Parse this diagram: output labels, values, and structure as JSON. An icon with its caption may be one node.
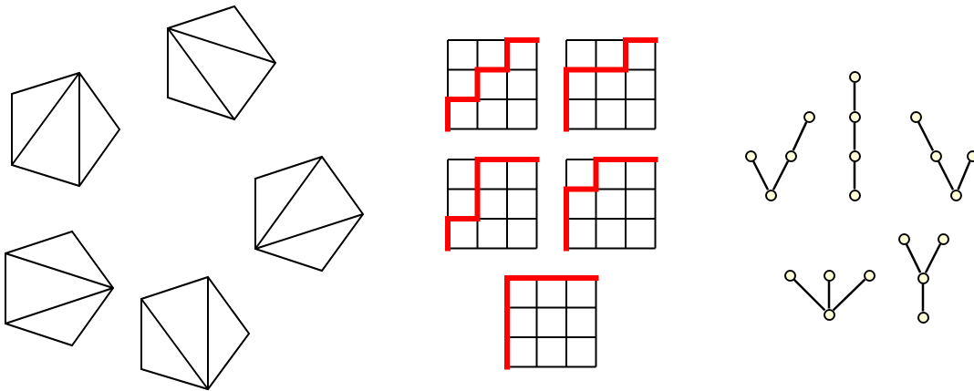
{
  "diagram": {
    "nodes": [
      {
        "text": [],
        "shape": "circle"
      },
      {
        "text": [],
        "shape": "circle"
      },
      {
        "text": [],
        "shape": "circle"
      },
      {
        "text": [],
        "shape": "circle"
      },
      {
        "text": [],
        "shape": "circle"
      },
      {
        "text": [],
        "shape": "circle"
      },
      {
        "text": [],
        "shape": "circle"
      },
      {
        "text": [],
        "shape": "circle"
      },
      {
        "text": [],
        "shape": "circle"
      },
      {
        "text": [],
        "shape": "circle"
      },
      {
        "text": [],
        "shape": "circle"
      },
      {
        "text": [],
        "shape": "circle"
      },
      {
        "text": [],
        "shape": "circle"
      },
      {
        "text": [],
        "shape": "circle"
      },
      {
        "text": [],
        "shape": "circle"
      },
      {
        "text": [],
        "shape": "circle"
      },
      {
        "text": [],
        "shape": "circle"
      },
      {
        "text": [],
        "shape": "circle"
      },
      {
        "text": [],
        "shape": "circle"
      },
      {
        "text": [],
        "shape": "circle"
      }
    ],
    "edges": [
      {
        "from": 3,
        "to": 1,
        "arrow": "none"
      },
      {
        "from": 3,
        "to": 2,
        "arrow": "none"
      },
      {
        "from": 2,
        "to": 0,
        "arrow": "none"
      },
      {
        "from": 4,
        "to": 5,
        "arrow": "none"
      },
      {
        "from": 5,
        "to": 6,
        "arrow": "none"
      },
      {
        "from": 6,
        "to": 7,
        "arrow": "none"
      },
      {
        "from": 8,
        "to": 9,
        "arrow": "none"
      },
      {
        "from": 9,
        "to": 11,
        "arrow": "none"
      },
      {
        "from": 10,
        "to": 11,
        "arrow": "none"
      },
      {
        "from": 15,
        "to": 12,
        "arrow": "none"
      },
      {
        "from": 15,
        "to": 13,
        "arrow": "none"
      },
      {
        "from": 15,
        "to": 14,
        "arrow": "none"
      },
      {
        "from": 16,
        "to": 18,
        "arrow": "none"
      },
      {
        "from": 17,
        "to": 18,
        "arrow": "none"
      },
      {
        "from": 18,
        "to": 19,
        "arrow": "none"
      }
    ]
  }
}
